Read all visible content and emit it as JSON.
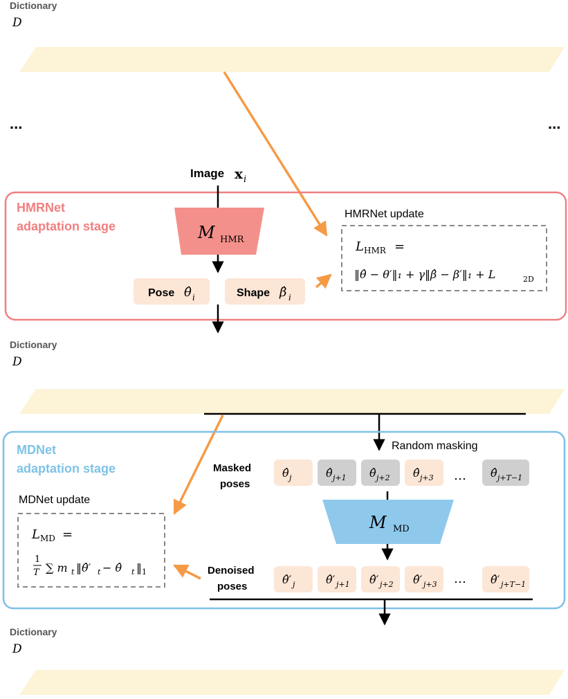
{
  "colors": {
    "dictionary_band": "#fdf3d6",
    "hmr_border": "#f08080",
    "hmr_title": "#f08080",
    "hmr_model_fill": "#f4908b",
    "md_border": "#7dc0e8",
    "md_title": "#7ec3e6",
    "md_model_fill": "#8ec9ec",
    "pose_box": "#fce6d6",
    "masked_box": "#cfcfcf",
    "arrow_orange": "#f59a47",
    "dashed_border": "#888888"
  },
  "dictionaries": [
    {
      "label": "Dictionary",
      "symbol": "D"
    },
    {
      "label": "Dictionary",
      "symbol": "D"
    },
    {
      "label": "Dictionary",
      "symbol": "D"
    }
  ],
  "ellipsis": "...",
  "input": {
    "label": "Image",
    "symbol": "x",
    "sub": "i"
  },
  "hmr": {
    "stage_title_1": "HMRNet",
    "stage_title_2": "adaptation stage",
    "model_symbol": "M",
    "model_sub": "HMR",
    "pose": {
      "label": "Pose",
      "symbol": "θ̂",
      "sub": "i"
    },
    "shape": {
      "label": "Shape",
      "symbol": "β̂",
      "sub": "i"
    },
    "update_label": "HMRNet update",
    "loss_lhs": "L",
    "loss_lhs_sub": "HMR",
    "loss_eq": "=",
    "loss_rhs": "‖θ̂ − θ′‖₁ + γ‖β̂ − β′‖₁ + L",
    "loss_rhs_sub": "2D"
  },
  "md": {
    "stage_title_1": "MDNet",
    "stage_title_2": "adaptation stage",
    "model_symbol": "M",
    "model_sub": "MD",
    "random_masking": "Random masking",
    "masked_label_1": "Masked",
    "masked_label_2": "poses",
    "denoised_label_1": "Denoised",
    "denoised_label_2": "poses",
    "masked_poses": [
      {
        "symbol": "θ̂",
        "sub": "j",
        "masked": false
      },
      {
        "symbol": "θ̂",
        "sub": "j+1",
        "masked": true
      },
      {
        "symbol": "θ̂",
        "sub": "j+2",
        "masked": true
      },
      {
        "symbol": "θ̂",
        "sub": "j+3",
        "masked": false
      },
      {
        "symbol": "θ̂",
        "sub": "j+T−1",
        "masked": true
      }
    ],
    "denoised_poses": [
      {
        "symbol": "θ̂′",
        "sub": "j"
      },
      {
        "symbol": "θ̂′",
        "sub": "j+1"
      },
      {
        "symbol": "θ̂′",
        "sub": "j+2"
      },
      {
        "symbol": "θ̂′",
        "sub": "j+3"
      },
      {
        "symbol": "θ̂′",
        "sub": "j+T−1"
      }
    ],
    "dots": "…",
    "update_label": "MDNet  update",
    "loss_lhs": "L",
    "loss_lhs_sub": "MD",
    "loss_eq": "=",
    "loss_frac_num": "1",
    "loss_frac_den": "T",
    "loss_rhs": "∑ m",
    "loss_rhs_sub": "t",
    "loss_rhs_2": "‖θ̂′",
    "loss_rhs_sub2": "t",
    "loss_rhs_3": " − θ̂",
    "loss_rhs_sub3": "t",
    "loss_rhs_4": "‖",
    "loss_rhs_sub4": "1"
  }
}
